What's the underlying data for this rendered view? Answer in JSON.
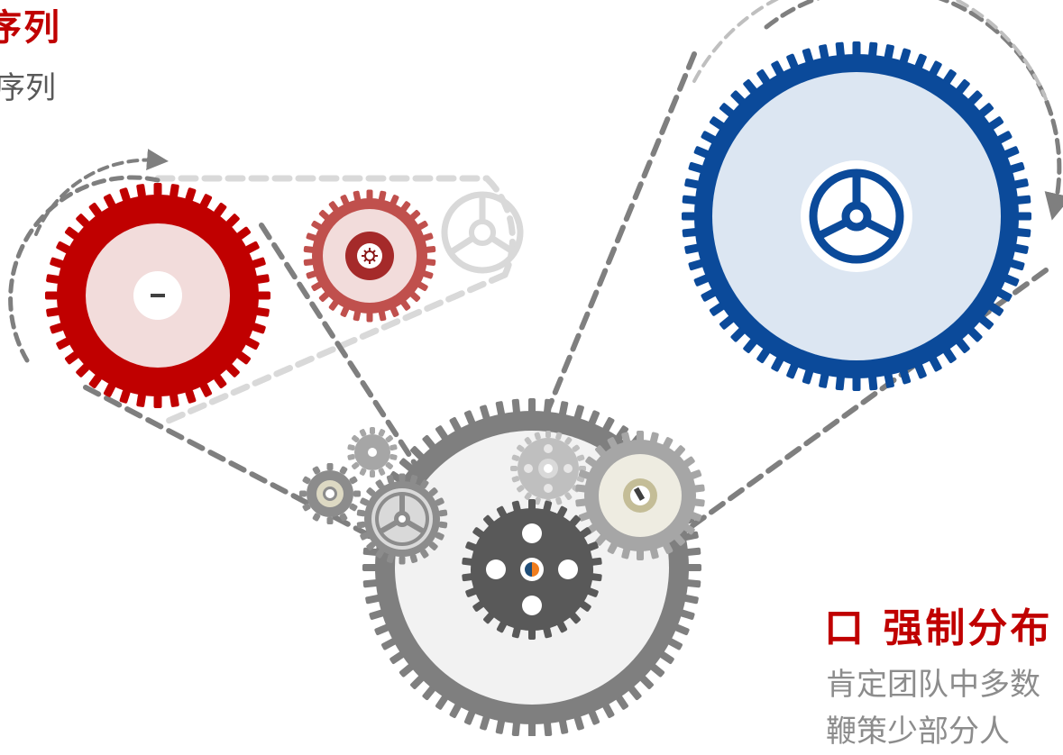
{
  "left_heading": {
    "title": "序列",
    "subtitle": "序列"
  },
  "right_section": {
    "title": "口 强制分布",
    "description": "肯定团队中多数\n鞭策少部分人"
  },
  "colors": {
    "red": "#c00000",
    "red_light": "#c0504d",
    "blue": "#0b4a9a",
    "blue_fill": "#dce6f2",
    "gray_dark": "#595959",
    "gray_mid": "#8c8c8c",
    "gray_light": "#bfbfbf",
    "accent_orange": "#f07d1e"
  },
  "icons": [
    "steering-wheel-icon",
    "gear-icon",
    "pie-icon"
  ]
}
